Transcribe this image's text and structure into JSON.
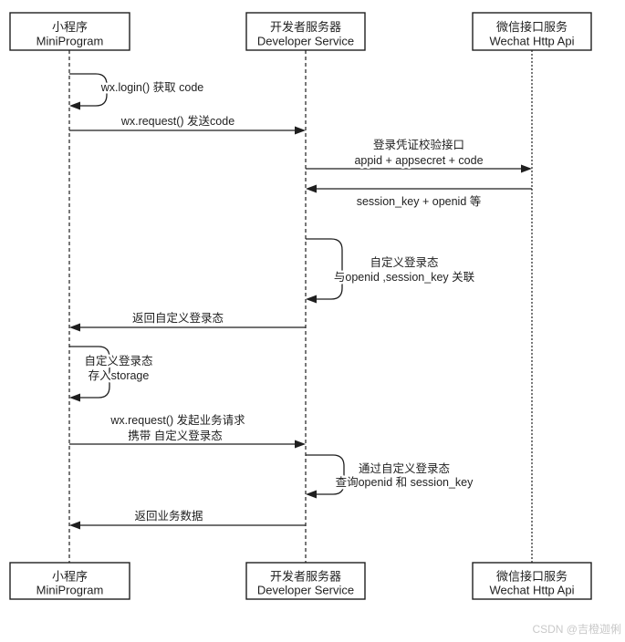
{
  "colors": {
    "line": "#1f1f1f",
    "text": "#1f1f1f",
    "watermark": "#c9c9c9",
    "background": "#ffffff"
  },
  "actors": {
    "miniprogram": {
      "zh": "小程序",
      "en": "MiniProgram"
    },
    "developer": {
      "zh": "开发者服务器",
      "en": "Developer Service"
    },
    "wechat": {
      "zh": "微信接口服务",
      "en": "Wechat Http Api"
    }
  },
  "messages": {
    "m1": {
      "line1": "wx.login() 获取 code"
    },
    "m2": {
      "line1": "wx.request() 发送code"
    },
    "m3": {
      "line1": "登录凭证校验接口",
      "line2": "appid + appsecret + code"
    },
    "m4": {
      "line1": "session_key + openid 等"
    },
    "m5": {
      "line1": "自定义登录态",
      "line2": "与openid ,session_key 关联"
    },
    "m6": {
      "line1": "返回自定义登录态"
    },
    "m7": {
      "line1": "自定义登录态",
      "line2": "存入storage"
    },
    "m8": {
      "line1": "wx.request() 发起业务请求",
      "line2": "携带 自定义登录态"
    },
    "m9": {
      "line1": "通过自定义登录态",
      "line2": "查询openid 和 session_key"
    },
    "m10": {
      "line1": "返回业务数据"
    }
  },
  "watermark": "CSDN @吉橙迦俐"
}
